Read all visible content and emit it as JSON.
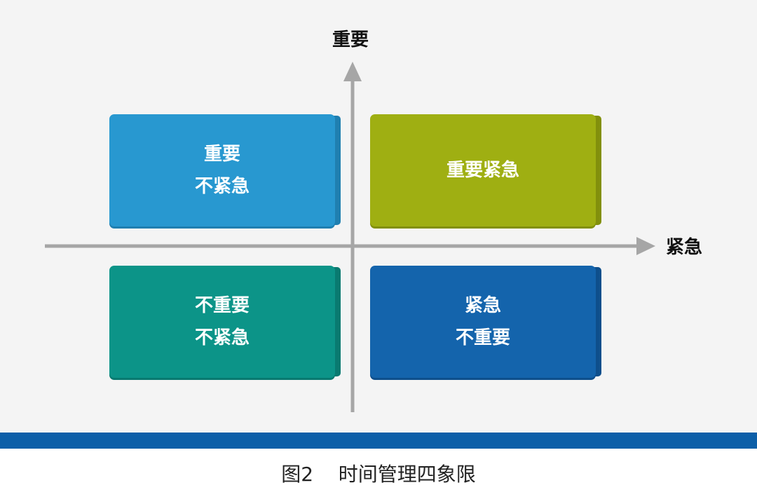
{
  "axes": {
    "y_label": "重要",
    "x_label": "紧急"
  },
  "quadrants": {
    "top_left": {
      "line1": "重要",
      "line2": "不紧急"
    },
    "top_right": {
      "line1": "重要紧急"
    },
    "bottom_left": {
      "line1": "不重要",
      "line2": "不紧急"
    },
    "bottom_right": {
      "line1": "紧急",
      "line2": "不重要"
    }
  },
  "caption": "图2    时间管理四象限",
  "colors": {
    "top_left": "#2898d0",
    "top_right": "#9faf12",
    "bottom_left": "#0c9488",
    "bottom_right": "#1464ac",
    "axis": "#a6a6a6",
    "band": "#0c5fa8"
  }
}
